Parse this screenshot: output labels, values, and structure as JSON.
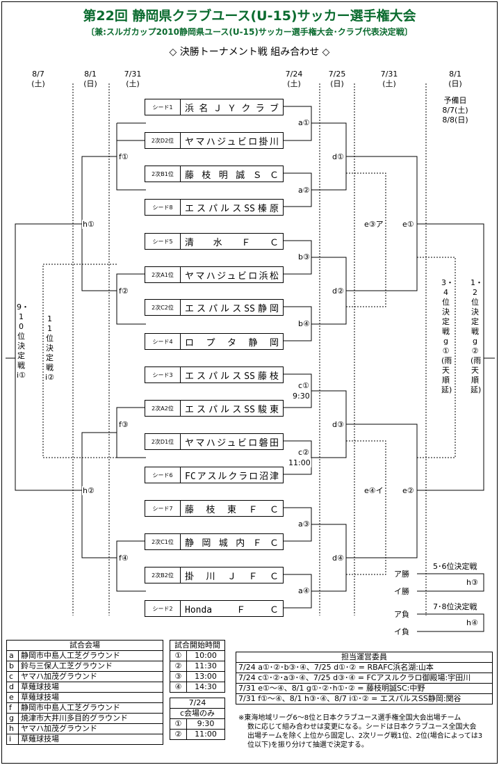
{
  "title": "第22回 静岡県クラブユース(U-15)サッカー選手権大会",
  "subtitle": "〔兼:スルガカップ2010静岡県ユース(U-15)サッカー選手権大会･クラブ代表決定戦〕",
  "heading": "◇ 決勝トーナメント戦 組み合わせ ◇",
  "dates": [
    {
      "d": "8/7",
      "w": "(土)"
    },
    {
      "d": "8/1",
      "w": "(日)"
    },
    {
      "d": "7/31",
      "w": "(土)"
    },
    {
      "d": "7/24",
      "w": "(土)"
    },
    {
      "d": "7/25",
      "w": "(日)"
    },
    {
      "d": "7/31",
      "w": "(土)"
    },
    {
      "d": "8/1",
      "w": "(日)"
    }
  ],
  "reserve_day": [
    "予備日",
    "8/7(土)",
    "8/8(日)"
  ],
  "teams": [
    {
      "seed": "シード1",
      "name": "浜名ＪＹクラブ"
    },
    {
      "seed": "2次D2位",
      "name": "ヤマハジュビロ掛川"
    },
    {
      "seed": "2次B1位",
      "name": "藤枝明誠ＳＣ"
    },
    {
      "seed": "シード8",
      "name": "エスパルスSS榛原"
    },
    {
      "seed": "シード5",
      "name": "清水ＦＣ"
    },
    {
      "seed": "2次A1位",
      "name": "ヤマハジュビロ浜松"
    },
    {
      "seed": "2次C2位",
      "name": "エスパルスSS静岡"
    },
    {
      "seed": "シード4",
      "name": "ロプタ静岡"
    },
    {
      "seed": "シード3",
      "name": "エスパルスSS藤枝"
    },
    {
      "seed": "2次A2位",
      "name": "エスパルスSS駿東"
    },
    {
      "seed": "2次D1位",
      "name": "ヤマハジュビロ磐田"
    },
    {
      "seed": "シード6",
      "name": "FCアスルクラロ沼津"
    },
    {
      "seed": "シード7",
      "name": "藤枝東ＦＣ"
    },
    {
      "seed": "2次C1位",
      "name": "静岡城内ＦＣ"
    },
    {
      "seed": "2次B2位",
      "name": "掛川ＪＦＣ"
    },
    {
      "seed": "シード2",
      "name": "HondaＦＣ"
    }
  ],
  "match_labels": {
    "a1": "a①",
    "a2": "a②",
    "b3": "b③",
    "b4": "b④",
    "c1": "c①",
    "c1_time": "9:30",
    "c2": "c②",
    "c2_time": "11:00",
    "a3": "a③",
    "a4": "a④",
    "d1": "d①",
    "d2": "d②",
    "d3": "d③",
    "d4": "d④",
    "f1": "f①",
    "f2": "f②",
    "f3": "f③",
    "f4": "f④",
    "h1": "h①",
    "h2": "h②",
    "e1": "e①",
    "e2": "e②",
    "e3": "e③ア",
    "e4": "e④イ"
  },
  "vertical_texts": {
    "ninth": "9・10位決定戦i①",
    "eleventh": "11位決定戦i②",
    "third": "3・4位決定戦g①(雨天順延)",
    "first": "1・2位決定戦g②(雨天順延)"
  },
  "placement": {
    "fifth_title": "5･6位決定戦",
    "a_win": "ア勝",
    "i_win": "イ勝",
    "h3": "h③",
    "seventh_title": "7･8位決定戦",
    "a_lose": "ア負",
    "i_lose": "イ負",
    "h4": "h④"
  },
  "venues": {
    "header": "試合会場",
    "rows": [
      {
        "k": "a",
        "v": "静岡市中島人工芝グラウンド"
      },
      {
        "k": "b",
        "v": "鈴与三保人工芝グラウンド"
      },
      {
        "k": "c",
        "v": "ヤマハ加茂グラウンド"
      },
      {
        "k": "d",
        "v": "草薙球技場"
      },
      {
        "k": "e",
        "v": "草薙球技場"
      },
      {
        "k": "f",
        "v": "静岡市中島人工芝グラウンド"
      },
      {
        "k": "g",
        "v": "焼津市大井川多目的グラウンド"
      },
      {
        "k": "h",
        "v": "ヤマハ加茂グラウンド"
      },
      {
        "k": "i",
        "v": "草薙球技場"
      }
    ]
  },
  "times": {
    "header": "試合開始時間",
    "rows": [
      {
        "k": "①",
        "v": "10:00"
      },
      {
        "k": "②",
        "v": "11:30"
      },
      {
        "k": "③",
        "v": "13:00"
      },
      {
        "k": "④",
        "v": "14:30"
      }
    ],
    "c_header1": "7/24",
    "c_header2": "c会場のみ",
    "c_rows": [
      {
        "k": "①",
        "v": "9:30"
      },
      {
        "k": "②",
        "v": "11:00"
      }
    ]
  },
  "committee": {
    "header": "担当運営委員",
    "rows": [
      "7/24 a①･②･b③･④、7/25 d①･② = RBAFC浜名湖:山本",
      "7/24 c①･②･a③･④、7/25 d③･④ = FCアスルクラロ御殿場:宇田川",
      "7/31 e①～④、8/1 g①･②･h①･② = 藤枝明誠SC:中野",
      "7/31 f①～④、8/1 h③･④、8/7 i①･② = エスパルスSS静岡:関谷"
    ]
  },
  "notes": [
    "※東海地域リーグ6～8位と日本クラブユース選手権全国大会出場チーム",
    "数に応じて組み合わせは変更になる。シードは日本クラブユース全国大会",
    "出場チームを除く上位から固定し、2次リーグ戦1位、2位(場合によっては3",
    "位以下)を振り分けて抽選で決定する。"
  ]
}
